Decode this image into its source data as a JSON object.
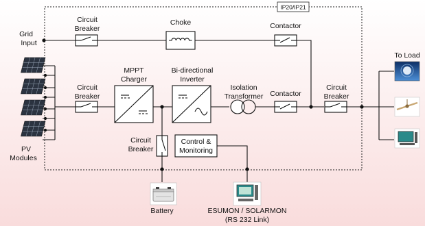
{
  "enclosure": {
    "rating": "IP20/IP21"
  },
  "grid": {
    "label_line1": "Grid",
    "label_line2": "Input"
  },
  "pv": {
    "label_line1": "PV",
    "label_line2": "Modules"
  },
  "top": {
    "breaker_line1": "Circuit",
    "breaker_line2": "Breaker",
    "choke": "Choke",
    "contactor": "Contactor"
  },
  "middle": {
    "breaker_line1": "Circuit",
    "breaker_line2": "Breaker",
    "mppt_line1": "MPPT",
    "mppt_line2": "Charger",
    "inverter_line1": "Bi-directional",
    "inverter_line2": "Inverter",
    "transformer_line1": "Isolation",
    "transformer_line2": "Transformer",
    "contactor": "Contactor",
    "out_breaker_line1": "Circuit",
    "out_breaker_line2": "Breaker"
  },
  "lower": {
    "breaker_line1": "Circuit",
    "breaker_line2": "Breaker",
    "control_line1": "Control &",
    "control_line2": "Monitoring"
  },
  "battery": {
    "label": "Battery"
  },
  "monitor": {
    "label_line1": "ESUMON / SOLARMON",
    "label_line2": "(RS 232 Link)"
  },
  "load": {
    "label": "To Load"
  },
  "colors": {
    "background_pink": "#f9dcdc",
    "enclosure_dash": "#222222",
    "lamp_blue": "#1e5aa0",
    "monitor_teal": "#2a8a8a",
    "panel_dark": "#2b3340"
  }
}
